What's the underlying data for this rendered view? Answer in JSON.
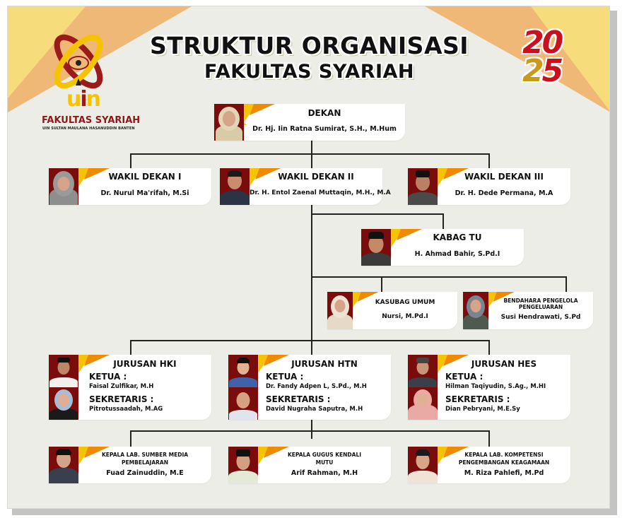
{
  "header": {
    "title_line1": "STRUKTUR ORGANISASI",
    "title_line2": "FAKULTAS SYARIAH",
    "year_top": "20",
    "year_bottom": "25"
  },
  "logo": {
    "mark": "uin",
    "faculty": "FAKULTAS SYARIAH",
    "university": "UIN SULTAN MAULANA HASANUDDIN BANTEN"
  },
  "colors": {
    "background": "#edede8",
    "maroon": "#8b1a1a",
    "photo_bg": "#7a0c0c",
    "gold": "#f5c400",
    "orange": "#f08a00",
    "bg_yellow": "#f6dc7a",
    "bg_orange": "#efb877",
    "line": "#222222"
  },
  "dekan": {
    "title": "DEKAN",
    "name": "Dr. Hj. Iin Ratna Sumirat, S.H., M.Hum"
  },
  "wakil_dekan": [
    {
      "title": "WAKIL DEKAN I",
      "name": "Dr. Nurul Ma'rifah, M.Si"
    },
    {
      "title": "WAKIL DEKAN II",
      "name": "Dr. H. Entol Zaenal Muttaqin, M.H., M.A"
    },
    {
      "title": "WAKIL DEKAN III",
      "name": "Dr. H. Dede Permana, M.A"
    }
  ],
  "kabag_tu": {
    "title": "KABAG TU",
    "name": "H. Ahmad Bahir, S.Pd.I"
  },
  "staff": [
    {
      "title": "KASUBAG UMUM",
      "name": "Nursi, M.Pd.I"
    },
    {
      "title_line1": "BENDAHARA PENGELOLA",
      "title_line2": "PENGELUARAN",
      "name": "Susi Hendrawati, S.Pd"
    }
  ],
  "jurusan": [
    {
      "title": "JURUSAN HKI",
      "ketua_label": "KETUA :",
      "ketua": "Faisal Zulfikar, M.H",
      "sekretaris_label": "SEKRETARIS :",
      "sekretaris": "Pitrotussaadah, M.AG"
    },
    {
      "title": "JURUSAN HTN",
      "ketua_label": "KETUA :",
      "ketua": "Dr. Fandy Adpen L, S.Pd., M.H",
      "sekretaris_label": "SEKRETARIS :",
      "sekretaris": "David Nugraha Saputra, M.H"
    },
    {
      "title": "JURUSAN HES",
      "ketua_label": "KETUA :",
      "ketua": "Hilman Taqiyudin, S.Ag., M.HI",
      "sekretaris_label": "SEKRETARIS :",
      "sekretaris": "Dian Pebryani, M.E.Sy"
    }
  ],
  "units": [
    {
      "title_line1": "KEPALA LAB. SUMBER MEDIA",
      "title_line2": "PEMBELAJARAN",
      "name": "Fuad Zainuddin, M.E"
    },
    {
      "title_line1": "KEPALA GUGUS KENDALI",
      "title_line2": "MUTU",
      "name": "Arif Rahman, M.H"
    },
    {
      "title_line1": "KEPALA LAB. KOMPETENSI",
      "title_line2": "PENGEMBANGAN KEAGAMAAN",
      "name": "M. Riza Pahlefi, M.Pd"
    }
  ]
}
